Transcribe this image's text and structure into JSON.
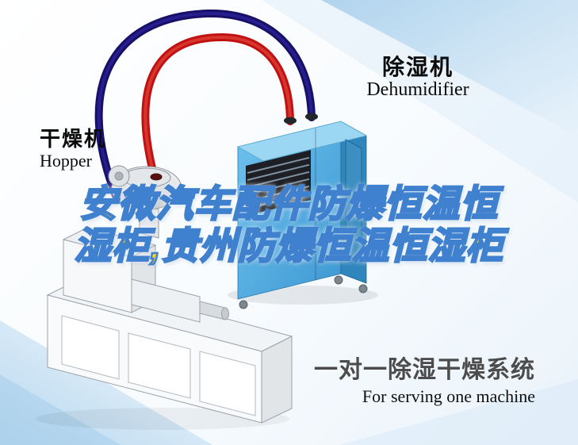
{
  "labels": {
    "dehumidifier": {
      "cn": "除湿机",
      "en": "Dehumidifier"
    },
    "hopper": {
      "cn": "干燥机",
      "en": "Hopper"
    }
  },
  "title": {
    "line1": "安微汽车配件防爆恒温恒",
    "line2": "湿柜,贵州防爆恒温恒湿柜"
  },
  "caption": {
    "cn": "一对一除湿干燥系统",
    "en": "For serving one machine"
  },
  "colors": {
    "title_fill": "#ffd21c",
    "title_outline": "#3f80cf",
    "pipe_red": "#c01212",
    "pipe_red_light": "#e1453a",
    "pipe_navy": "#171066",
    "pipe_navy_light": "#2d25a0",
    "dehumidifier_blue": "#4aa9dd",
    "dehumidifier_blue_dark": "#2f86bd",
    "dehumidifier_blue_top": "#9bd6f2",
    "caption_gray": "#4c4c4c",
    "background_tint": "#dcecf8"
  }
}
